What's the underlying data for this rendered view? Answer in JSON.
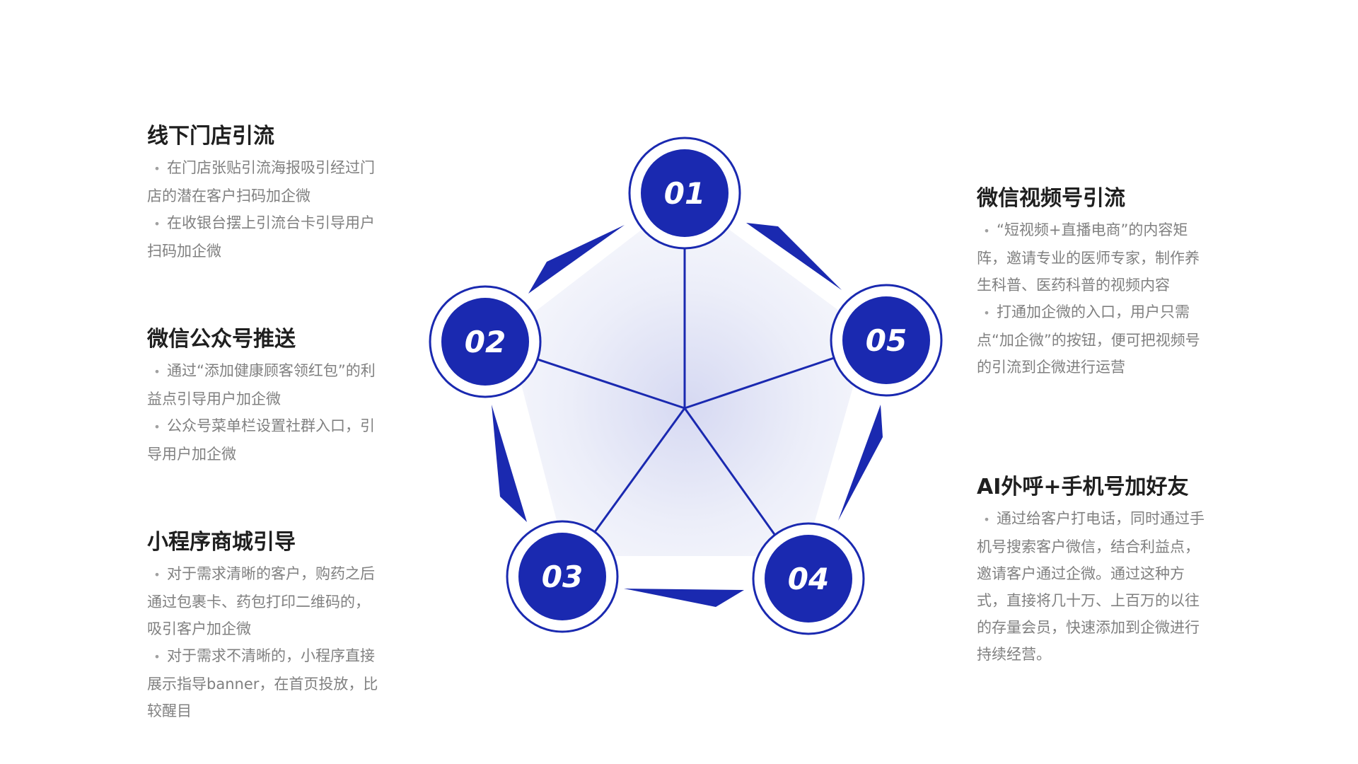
{
  "colors": {
    "accent": "#1a29b0",
    "title": "#1f1f1f",
    "body": "#808080"
  },
  "nodes": [
    {
      "id": "01"
    },
    {
      "id": "02"
    },
    {
      "id": "03"
    },
    {
      "id": "04"
    },
    {
      "id": "05"
    }
  ],
  "sections": {
    "s1": {
      "title": "线下门店引流",
      "bullets": [
        "在门店张贴引流海报吸引经过门店的潜在客户扫码加企微",
        "在收银台摆上引流台卡引导用户扫码加企微"
      ]
    },
    "s2": {
      "title": "微信公众号推送",
      "bullets": [
        "通过“添加健康顾客领红包”的利益点引导用户加企微",
        "公众号菜单栏设置社群入口，引导用户加企微"
      ]
    },
    "s3": {
      "title": "小程序商城引导",
      "bullets": [
        "对于需求清晰的客户，购药之后通过包裹卡、药包打印二维码的，吸引客户加企微",
        "对于需求不清晰的，小程序直接展示指导banner，在首页投放，比较醒目"
      ]
    },
    "s4": {
      "title": "AI外呼+手机号加好友",
      "bullets": [
        "通过给客户打电话，同时通过手机号搜索客户微信，结合利益点，邀请客户通过企微。通过这种方式，直接将几十万、上百万的以往的存量会员，快速添加到企微进行持续经营。"
      ]
    },
    "s5": {
      "title": "微信视频号引流",
      "bullets": [
        "“短视频+直播电商”的内容矩阵，邀请专业的医师专家，制作养生科普、医药科普的视频内容",
        "打通加企微的入口，用户只需点“加企微”的按钮，便可把视频号的引流到企微进行运营"
      ]
    }
  }
}
